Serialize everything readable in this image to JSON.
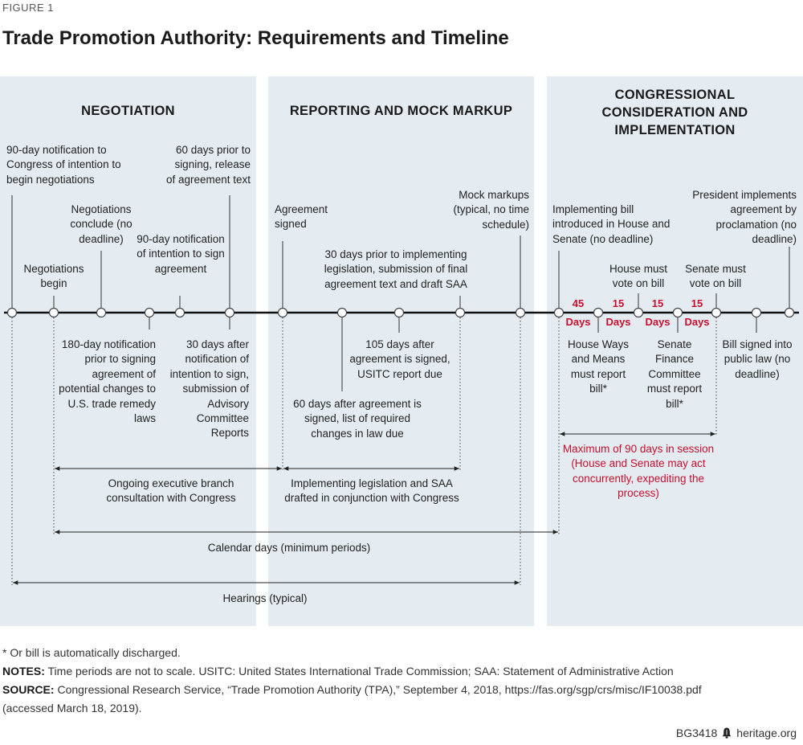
{
  "figure_label": "FIGURE 1",
  "title": "Trade Promotion Authority: Requirements and Timeline",
  "phases": {
    "negotiation": "NEGOTIATION",
    "reporting": "REPORTING AND MOCK MARKUP",
    "congress_line1": "CONGRESSIONAL",
    "congress_line2": "CONSIDERATION AND",
    "congress_line3": "IMPLEMENTATION"
  },
  "events": {
    "notify_begin": "90-day notification to Congress of intention to begin negotiations",
    "neg_begin": "Negotiations begin",
    "neg_conclude": "Negotiations conclude (no deadline)",
    "notify_sign": "90-day notification of intention to sign agreement",
    "release_text": "60 days prior to signing, release of agreement text",
    "remedy_notify": "180-day notification prior to signing agreement of potential changes to U.S. trade remedy laws",
    "advisory": "30 days after notification of intention to sign, submission of Advisory Committee Reports",
    "signed": "Agreement signed",
    "final_text": "30 days prior to implementing legislation, submission of final agreement text and draft SAA",
    "usitc": "105 days after agreement is signed, USITC report due",
    "changes_law": "60 days after agreement is signed, list of required changes in law due",
    "mock_markups": "Mock markups (typical, no time schedule)",
    "bill_introduced": "Implementing bill introduced in House and Senate (no deadline)",
    "house_vote": "House must vote on bill",
    "senate_vote": "Senate must vote on bill",
    "president": "President implements agreement by proclamation (no deadline)",
    "ways_means": "House Ways and Means must report bill*",
    "finance": "Senate Finance Committee must report bill*",
    "signed_law": "Bill signed into public law (no deadline)"
  },
  "days": [
    {
      "num": "45",
      "unit": "Days"
    },
    {
      "num": "15",
      "unit": "Days"
    },
    {
      "num": "15",
      "unit": "Days"
    },
    {
      "num": "15",
      "unit": "Days"
    }
  ],
  "spans": {
    "consultation": "Ongoing executive branch consultation with Congress",
    "drafted": "Implementing legislation and SAA drafted in conjunction with Congress",
    "maximum": "Maximum of 90 days in session (House and Senate may act concurrently, expediting the process)",
    "calendar": "Calendar days (minimum periods)",
    "hearings": "Hearings (typical)"
  },
  "notes": {
    "discharged": "* Or bill is automatically discharged.",
    "notes_label": "NOTES:",
    "notes_text": " Time periods are not to scale. USITC: United States International Trade Commission; SAA: Statement of Administrative Action",
    "source_label": "SOURCE:",
    "source_text": " Congressional Research Service, “Trade Promotion Authority (TPA),”  September 4, 2018, https://fas.org/sgp/crs/misc/IF10038.pdf",
    "source_text2": "(accessed March 18, 2019)."
  },
  "footer": {
    "code": "BG3418",
    "site": "heritage.org",
    "logo_icon": "liberty-bell-icon"
  },
  "colors": {
    "panel": "#e4ecf1",
    "accent_red": "#c8102e"
  }
}
